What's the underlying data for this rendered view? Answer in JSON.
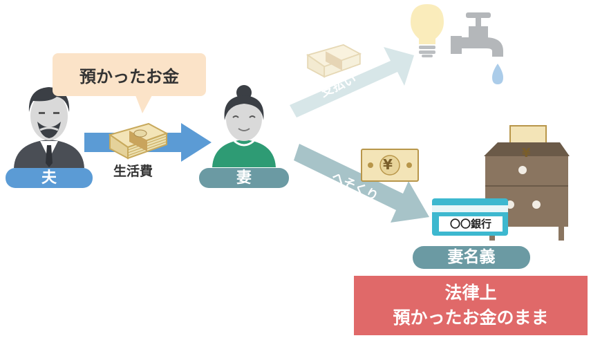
{
  "husband_label": "夫",
  "wife_label": "妻",
  "bubble_text": "預かったお金",
  "living_expenses_label": "生活費",
  "payment_label": "支払い",
  "hidden_savings_label": "へそくり",
  "bank_card_text": "〇〇銀行",
  "yen_symbol": "¥",
  "wife_name_label": "妻名義",
  "legal_line1": "法律上",
  "legal_line2": "預かったお金のまま",
  "colors": {
    "husband_pill": "#5b9bd5",
    "wife_pill": "#6b9aa3",
    "legal_box": "#e06969",
    "bubble": "#fbe3c8"
  }
}
